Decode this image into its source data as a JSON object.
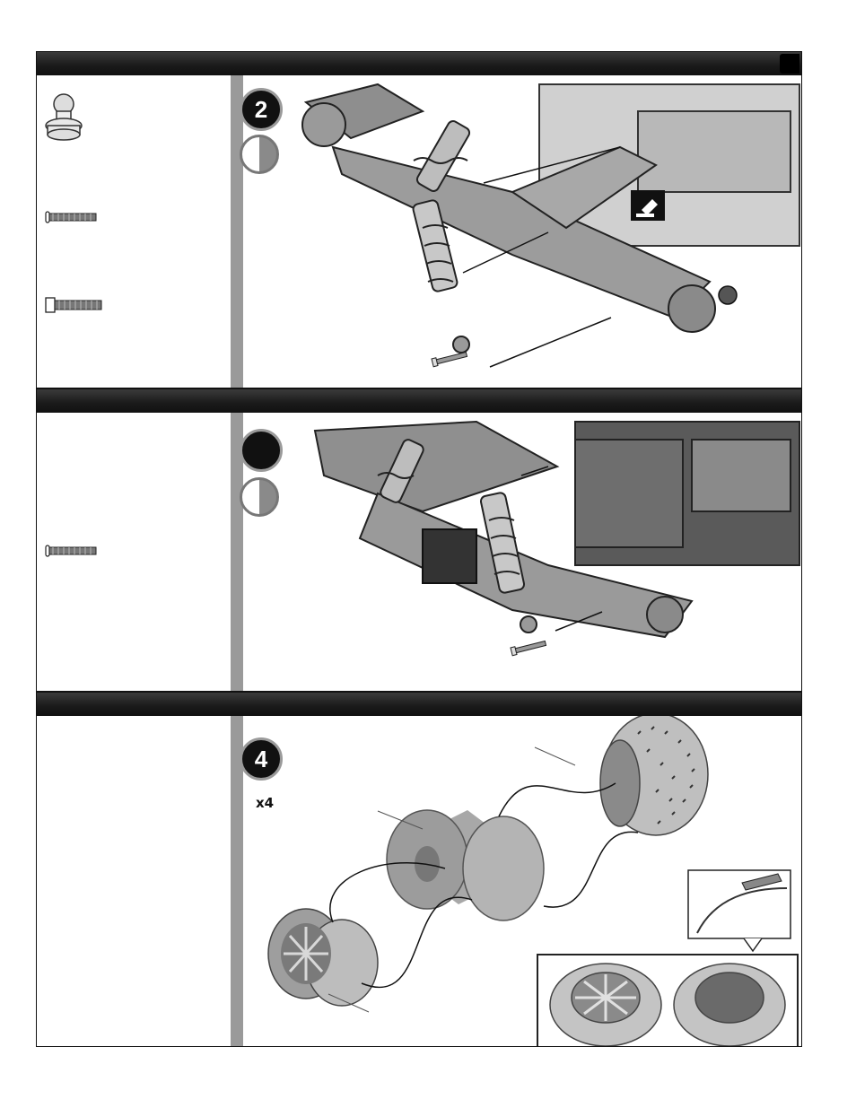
{
  "steps": [
    {
      "id": "rear-shock-install",
      "badge": "2"
    },
    {
      "id": "front-shock-install",
      "badge": ""
    },
    {
      "id": "tire-assembly",
      "badge": "4",
      "quantity": "x4"
    }
  ],
  "parts": {
    "ball_stud": "ball-stud-icon",
    "button_head_screw": "button-head-screw-icon",
    "cap_head_screw": "cap-head-screw-icon"
  },
  "icons": {
    "thread_lock": "thread-lock-icon",
    "glue_detail": "tire-glue-detail-icon"
  },
  "colors": {
    "band": "#1a1a1a",
    "gutter": "#9a9a9a",
    "line_art": "#2b2b2b"
  }
}
